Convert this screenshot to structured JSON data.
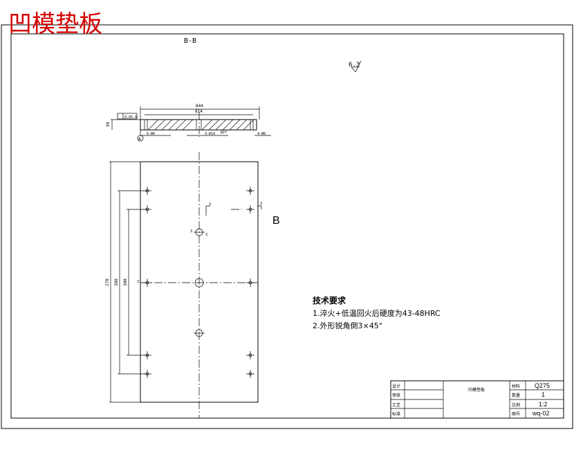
{
  "title": "凹模垫板",
  "section_label": "B-B",
  "section_marker": "B",
  "roughness": "6.3",
  "datum_label": "A",
  "top_view": {
    "dims": {
      "overall": "844",
      "inner": "814",
      "thickness": "30",
      "hole_left": "6-Ø8",
      "hole_mid": "3-Ø14",
      "hole_mid2": "Ø27",
      "hole_right": "4-Ø8",
      "tolerance_frame": "0.05 A"
    }
  },
  "front_view": {
    "dims": {
      "height_outer": "270",
      "height_mid": "380",
      "height_inner": "300",
      "cut_small_1": "3",
      "cut_small_2": "3",
      "hole_tag_1": "3",
      "hole_tag_2": "3",
      "hole_tag_3": "3"
    }
  },
  "tech_requirements": {
    "heading": "技术要求",
    "items": [
      "1.淬火+低温回火后硬度为43-48HRC",
      "2.外形锐角倒3×45°"
    ]
  },
  "title_block": {
    "part_name": "凹模垫板",
    "rows": [
      {
        "label": "设计",
        "value": ""
      },
      {
        "label": "审核",
        "value": ""
      },
      {
        "label": "工艺",
        "value": ""
      },
      {
        "label": "标准",
        "value": ""
      }
    ],
    "right": [
      {
        "label": "材料",
        "value": "Q275"
      },
      {
        "label": "数量",
        "value": "1"
      },
      {
        "label": "比例",
        "value": "1:2"
      },
      {
        "label": "图号",
        "value": "wq-02"
      }
    ]
  }
}
